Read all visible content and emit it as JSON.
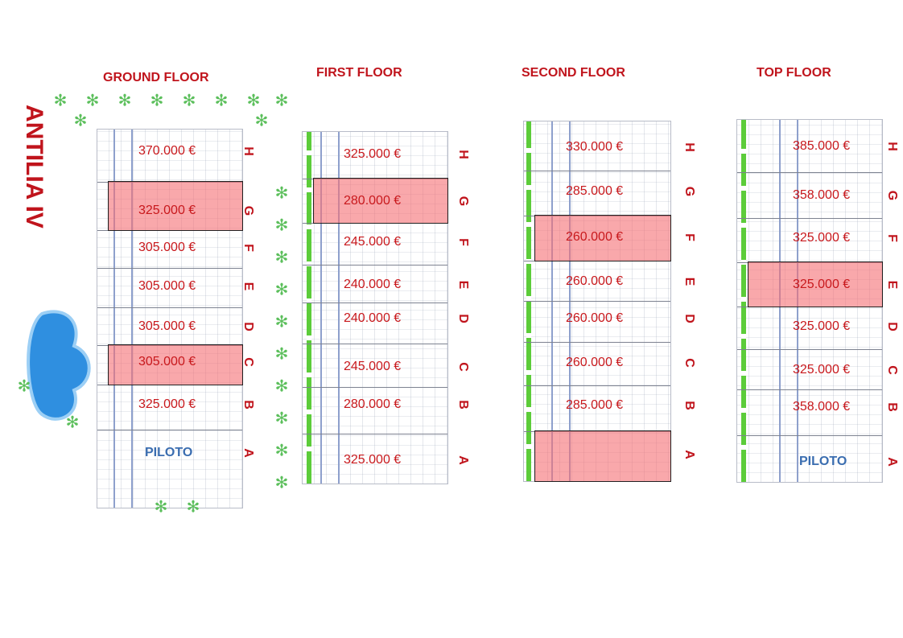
{
  "project_name": "ANTILIA IV",
  "colors": {
    "title": "#c0141c",
    "price": "#c8181c",
    "highlight": "#f56e73",
    "piloto": "#3a6db0",
    "pool": "#2f8fe0"
  },
  "floors": [
    {
      "title": "GROUND FLOOR",
      "units": [
        {
          "letter": "H",
          "price": "370.000 €",
          "highlighted": false
        },
        {
          "letter": "G",
          "price": "325.000 €",
          "highlighted": true
        },
        {
          "letter": "F",
          "price": "305.000 €",
          "highlighted": false
        },
        {
          "letter": "E",
          "price": "305.000 €",
          "highlighted": false
        },
        {
          "letter": "D",
          "price": "305.000 €",
          "highlighted": false
        },
        {
          "letter": "C",
          "price": "305.000 €",
          "highlighted": true
        },
        {
          "letter": "B",
          "price": "325.000 €",
          "highlighted": false
        },
        {
          "letter": "A",
          "price": "PILOTO",
          "highlighted": false
        }
      ]
    },
    {
      "title": "FIRST FLOOR",
      "units": [
        {
          "letter": "H",
          "price": "325.000 €",
          "highlighted": false
        },
        {
          "letter": "G",
          "price": "280.000 €",
          "highlighted": true
        },
        {
          "letter": "F",
          "price": "245.000 €",
          "highlighted": false
        },
        {
          "letter": "E",
          "price": "240.000 €",
          "highlighted": false
        },
        {
          "letter": "D",
          "price": "240.000 €",
          "highlighted": false
        },
        {
          "letter": "C",
          "price": "245.000 €",
          "highlighted": false
        },
        {
          "letter": "B",
          "price": "280.000 €",
          "highlighted": false
        },
        {
          "letter": "A",
          "price": "325.000 €",
          "highlighted": false
        }
      ]
    },
    {
      "title": "SECOND FLOOR",
      "units": [
        {
          "letter": "H",
          "price": "330.000 €",
          "highlighted": false
        },
        {
          "letter": "G",
          "price": "285.000 €",
          "highlighted": false
        },
        {
          "letter": "F",
          "price": "260.000 €",
          "highlighted": true
        },
        {
          "letter": "E",
          "price": "260.000 €",
          "highlighted": false
        },
        {
          "letter": "D",
          "price": "260.000 €",
          "highlighted": false
        },
        {
          "letter": "C",
          "price": "260.000 €",
          "highlighted": false
        },
        {
          "letter": "B",
          "price": "285.000 €",
          "highlighted": false
        },
        {
          "letter": "A",
          "price": "",
          "highlighted": true
        }
      ]
    },
    {
      "title": "TOP FLOOR",
      "units": [
        {
          "letter": "H",
          "price": "385.000 €",
          "highlighted": false
        },
        {
          "letter": "G",
          "price": "358.000 €",
          "highlighted": false
        },
        {
          "letter": "F",
          "price": "325.000 €",
          "highlighted": false
        },
        {
          "letter": "E",
          "price": "325.000 €",
          "highlighted": true
        },
        {
          "letter": "D",
          "price": "325.000 €",
          "highlighted": false
        },
        {
          "letter": "C",
          "price": "325.000 €",
          "highlighted": false
        },
        {
          "letter": "B",
          "price": "358.000 €",
          "highlighted": false
        },
        {
          "letter": "A",
          "price": "PILOTO",
          "highlighted": false
        }
      ]
    }
  ]
}
